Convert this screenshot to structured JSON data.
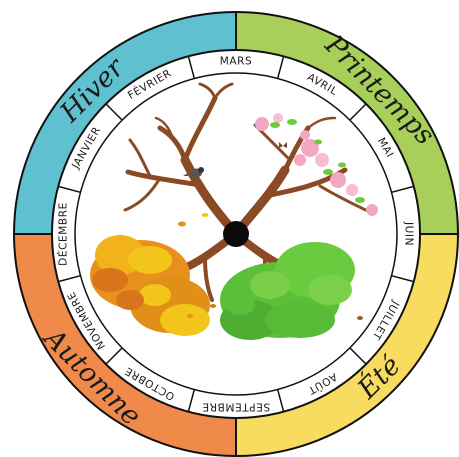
{
  "seasons": [
    {
      "key": "hiver",
      "label": "Hiver",
      "color": "#5fc1cf"
    },
    {
      "key": "printemps",
      "label": "Printemps",
      "color": "#a8cf5a"
    },
    {
      "key": "ete",
      "label": "Été",
      "color": "#f7dc60"
    },
    {
      "key": "automne",
      "label": "Automne",
      "color": "#f08a4b"
    }
  ],
  "months": [
    "JANVIER",
    "FÉVRIER",
    "MARS",
    "AVRIL",
    "MAI",
    "JUIN",
    "JUILLET",
    "AOÛT",
    "SEPTEMBRE",
    "OCTOBRE",
    "NOVEMBRE",
    "DÉCEMBRE"
  ],
  "colors": {
    "ring_stroke": "#111111",
    "trunk": "#8a4a24",
    "hub": "#0a0a0a",
    "blossom": "#f2a7c3",
    "leaf_green": "#5cbf3a",
    "autumn_orange": "#e8901e",
    "autumn_yellow": "#f2c51a"
  },
  "illustration": {
    "center_dot": "hub",
    "bird_icon": "bird-icon",
    "butterfly_icon": "butterfly-icon"
  }
}
